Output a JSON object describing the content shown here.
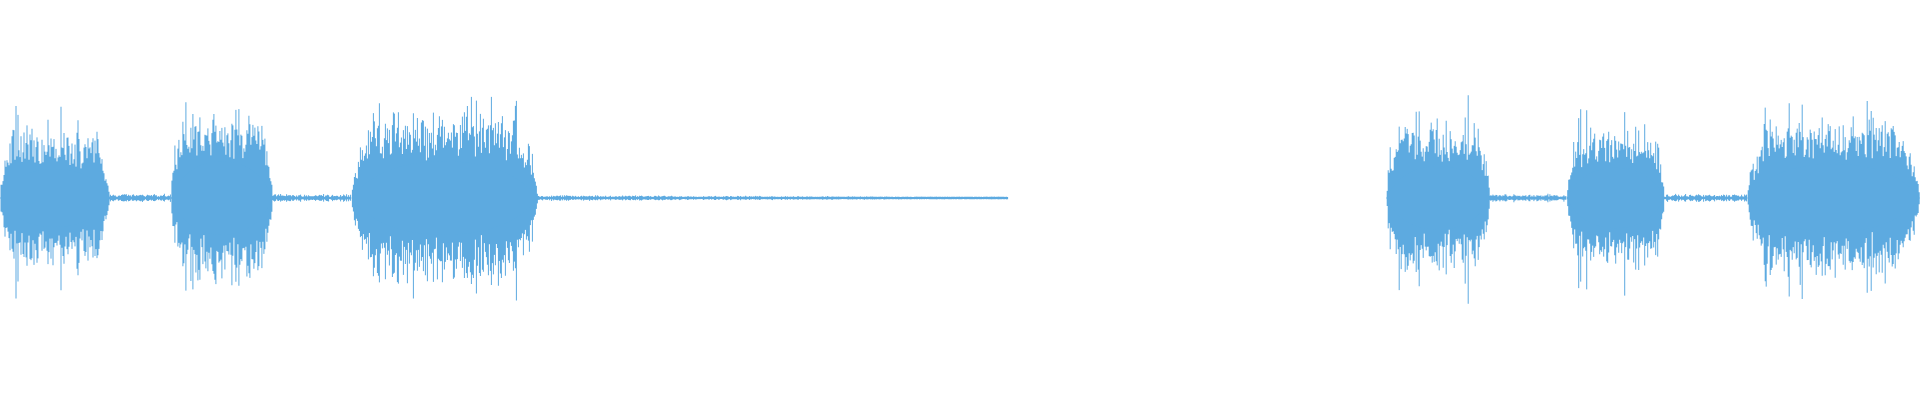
{
  "waveform": {
    "color": "#5DAAE0",
    "background": "#FFFFFF",
    "amplitude_scale": "linear",
    "duration_fraction_shown": 1.0,
    "segments": [
      {
        "kind": "burst",
        "start": 0.0,
        "end": 0.057,
        "peak": 0.75
      },
      {
        "kind": "gap",
        "start": 0.057,
        "end": 0.089,
        "peak": 0.03
      },
      {
        "kind": "burst",
        "start": 0.089,
        "end": 0.142,
        "peak": 0.95
      },
      {
        "kind": "gap",
        "start": 0.142,
        "end": 0.183,
        "peak": 0.03
      },
      {
        "kind": "burst",
        "start": 0.183,
        "end": 0.28,
        "peak": 0.95
      },
      {
        "kind": "tail",
        "start": 0.28,
        "end": 0.525,
        "peak": 0.02
      },
      {
        "kind": "silence",
        "start": 0.525,
        "end": 0.722,
        "peak": 0.0
      },
      {
        "kind": "burst",
        "start": 0.722,
        "end": 0.776,
        "peak": 0.82
      },
      {
        "kind": "gap",
        "start": 0.776,
        "end": 0.816,
        "peak": 0.03
      },
      {
        "kind": "burst",
        "start": 0.816,
        "end": 0.867,
        "peak": 0.78
      },
      {
        "kind": "gap",
        "start": 0.867,
        "end": 0.91,
        "peak": 0.03
      },
      {
        "kind": "burst",
        "start": 0.91,
        "end": 1.0,
        "peak": 0.88
      }
    ]
  }
}
